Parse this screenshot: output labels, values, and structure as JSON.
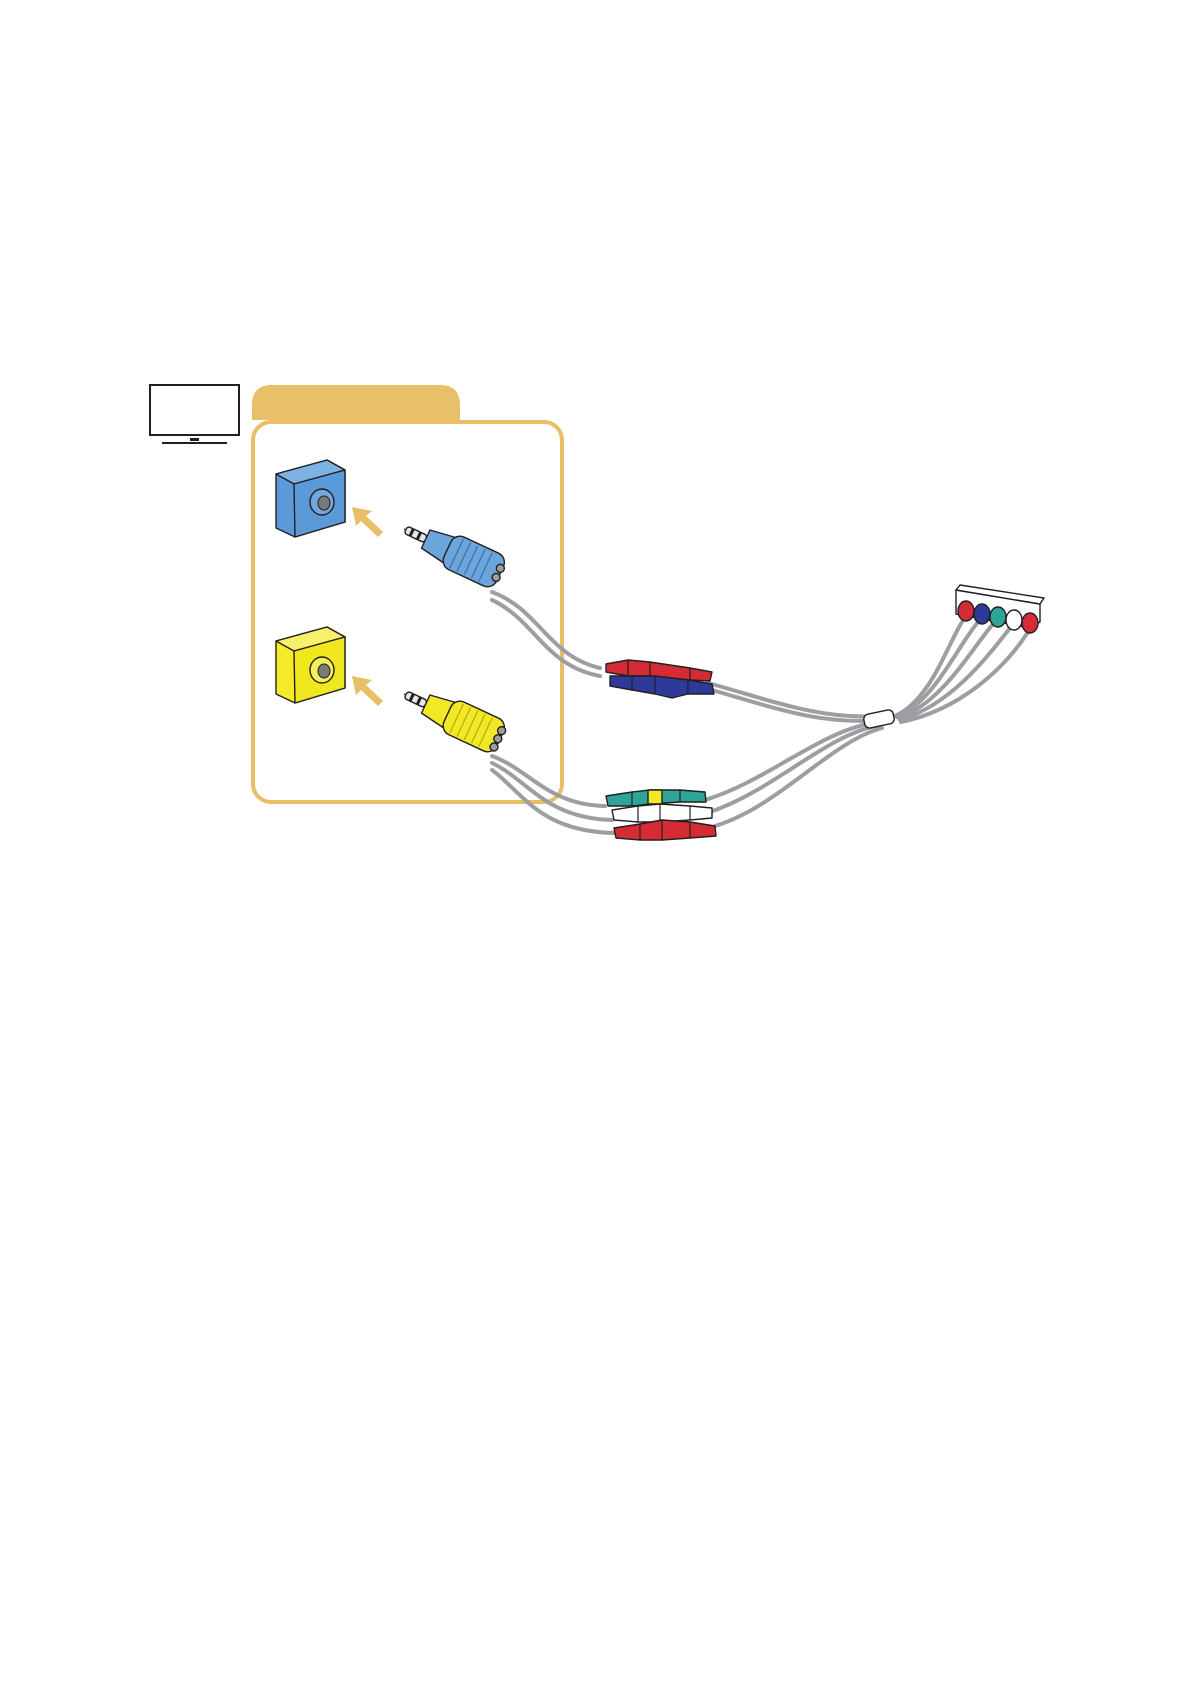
{
  "diagram": {
    "description_visible_text": "",
    "panel": {
      "tab_label": "",
      "border_color": "#E8BE67",
      "tab_color": "#E8C06A"
    },
    "tv_icon": {
      "name": "tv-icon"
    },
    "jacks": [
      {
        "name": "blue-jack",
        "color": "#5B9AD8"
      },
      {
        "name": "yellow-jack",
        "color": "#F4EB2A"
      }
    ],
    "plugs": [
      {
        "name": "blue-plug",
        "color": "#6CA4DC"
      },
      {
        "name": "yellow-plug",
        "color": "#F1E926"
      }
    ],
    "rca_connectors": [
      {
        "name": "red-rca-connector",
        "color": "#D52B35"
      },
      {
        "name": "blue-rca-connector",
        "color": "#2E3A99"
      },
      {
        "name": "green-rca-connector",
        "color": "#2EA596"
      },
      {
        "name": "white-rca-connector",
        "color": "#FFFFFF"
      },
      {
        "name": "red-rca-connector-2",
        "color": "#D52B35"
      }
    ],
    "device_ports": [
      {
        "name": "device-port-red",
        "color": "#D52B35"
      },
      {
        "name": "device-port-blue",
        "color": "#2E3A99"
      },
      {
        "name": "device-port-green",
        "color": "#2EA596"
      },
      {
        "name": "device-port-white",
        "color": "#FFFFFF"
      },
      {
        "name": "device-port-red-2",
        "color": "#D52B35"
      }
    ],
    "cable_color": "#A7A9AC",
    "arrow_color": "#E8BE67"
  }
}
